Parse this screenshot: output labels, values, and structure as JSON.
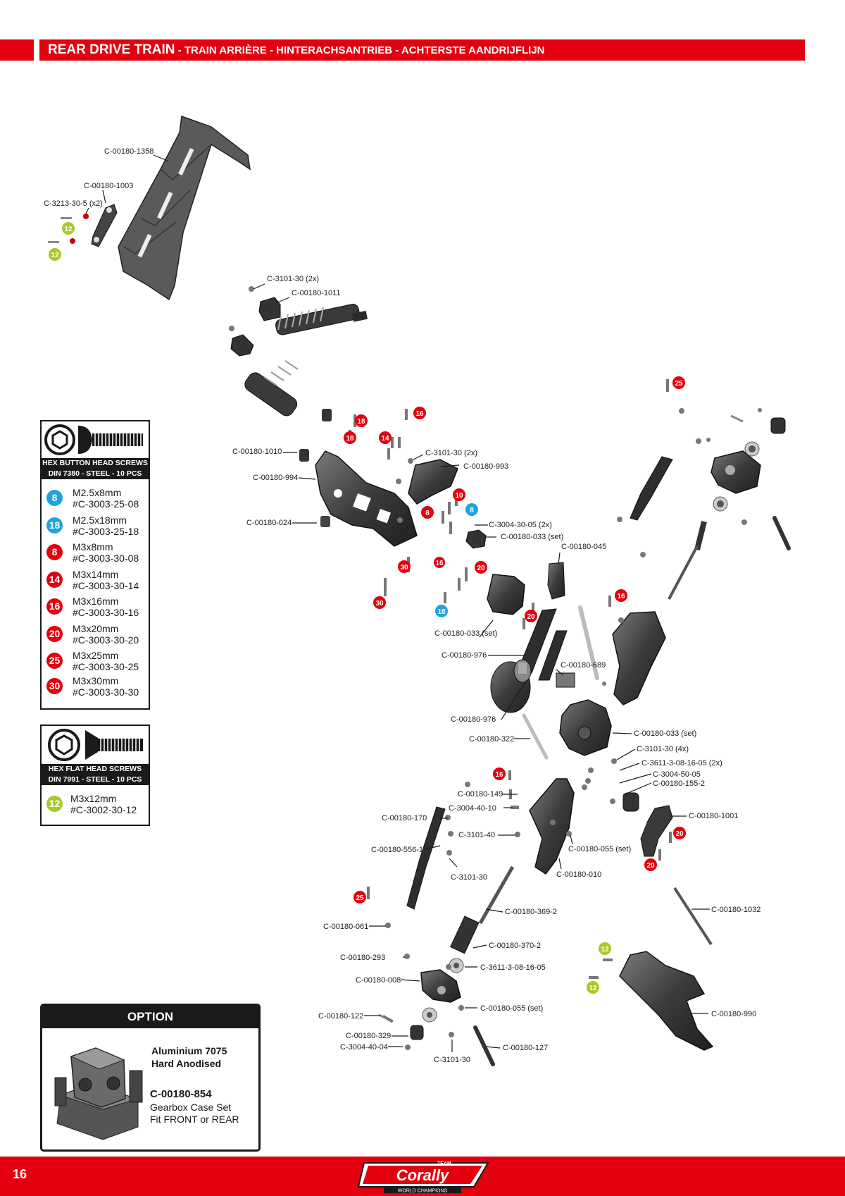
{
  "header": {
    "main": "REAR  DRIVE TRAIN",
    "sub": " - TRAIN ARRIÈRE - HINTERACHSANTRIEB - ACHTERSTE AANDRIJFLIJN"
  },
  "colors": {
    "red": "#e3000f",
    "blue": "#1fa3dc",
    "lime": "#a8c928",
    "dark": "#1a1a1a"
  },
  "part_labels": [
    "C-00180-1358",
    "C-00180-1003",
    "C-3213-30-5 (x2)",
    "C-3101-30 (2x)",
    "C-00180-1011",
    "C-00180-1010",
    "C-00180-994",
    "C-00180-024",
    "C-3101-30 (2x)",
    "C-00180-993",
    "C-3004-30-05 (2x)",
    "C-00180-033 (set)",
    "C-00180-045",
    "C-00180-033 (set)",
    "C-00180-976",
    "C-00180-689",
    "C-00180-976",
    "C-00180-322",
    "C-00180-033 (set)",
    "C-3101-30 (4x)",
    "C-3611-3-08-16-05 (2x)",
    "C-3004-50-05",
    "C-00180-155-2",
    "C-00180-149",
    "C-3004-40-10",
    "C-00180-170",
    "C-00180-1001",
    "C-3101-40",
    "C-00180-055 (set)",
    "C-00180-556-1",
    "C-3101-30",
    "C-00180-010",
    "C-00180-1032",
    "C-00180-369-2",
    "C-00180-061",
    "C-00180-370-2",
    "C-00180-293",
    "C-3611-3-08-16-05",
    "C-00180-008",
    "C-00180-055 (set)",
    "C-00180-122",
    "C-00180-990",
    "C-00180-329",
    "C-3004-40-04",
    "C-00180-127",
    "C-3101-30"
  ],
  "badges": [
    "12",
    "12",
    "18",
    "16",
    "18",
    "14",
    "25",
    "10",
    "8",
    "8",
    "16",
    "20",
    "30",
    "30",
    "18",
    "20",
    "16",
    "16",
    "20",
    "20",
    "25",
    "12",
    "12"
  ],
  "legend_button": {
    "title1": "HEX BUTTON HEAD SCREWS",
    "title2": "DIN 7380 - STEEL - 10 PCS",
    "rows": [
      {
        "num": "8",
        "color": "blue",
        "size": "M2.5x8mm",
        "code": "#C-3003-25-08"
      },
      {
        "num": "18",
        "color": "blue",
        "size": "M2.5x18mm",
        "code": "#C-3003-25-18"
      },
      {
        "num": "8",
        "color": "red",
        "size": "M3x8mm",
        "code": "#C-3003-30-08"
      },
      {
        "num": "14",
        "color": "red",
        "size": "M3x14mm",
        "code": "#C-3003-30-14"
      },
      {
        "num": "16",
        "color": "red",
        "size": "M3x16mm",
        "code": "#C-3003-30-16"
      },
      {
        "num": "20",
        "color": "red",
        "size": "M3x20mm",
        "code": "#C-3003-30-20"
      },
      {
        "num": "25",
        "color": "red",
        "size": "M3x25mm",
        "code": "#C-3003-30-25"
      },
      {
        "num": "30",
        "color": "red",
        "size": "M3x30mm",
        "code": "#C-3003-30-30"
      }
    ]
  },
  "legend_flat": {
    "title1": "HEX FLAT HEAD SCREWS",
    "title2": "DIN 7991 - STEEL - 10 PCS",
    "rows": [
      {
        "num": "12",
        "color": "lime",
        "size": "M3x12mm",
        "code": "#C-3002-30-12"
      }
    ]
  },
  "option": {
    "title": "OPTION",
    "line1": "Aluminium 7075",
    "line2": "Hard Anodised",
    "part": "C-00180-854",
    "desc1": "Gearbox Case Set",
    "desc2": "Fit FRONT or REAR"
  },
  "footer": {
    "page": "16",
    "logo_small": "TEAM",
    "logo_main": "Corally",
    "logo_tag": "WORLD CHAMPIONS"
  }
}
